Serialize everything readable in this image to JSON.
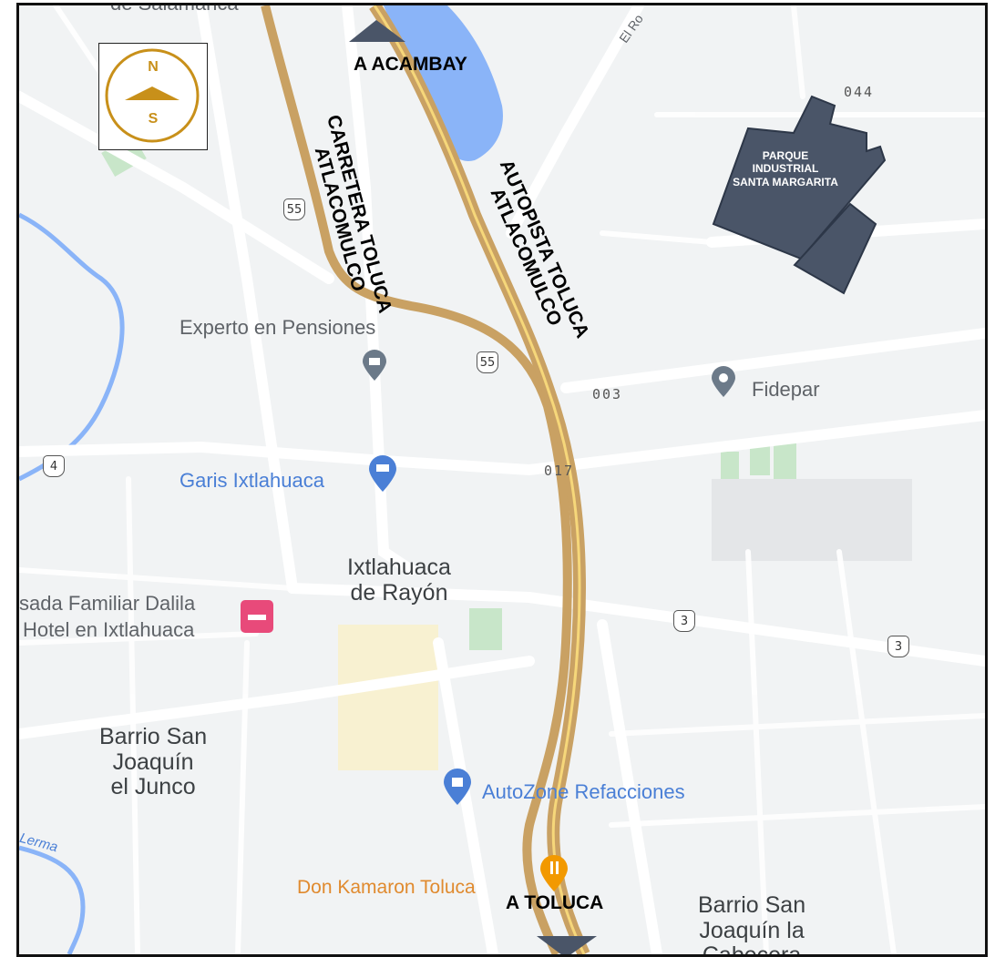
{
  "compass": {
    "north": "N",
    "south": "S"
  },
  "directions": {
    "north": "A ACAMBAY",
    "south": "A TOLUCA"
  },
  "roads": {
    "carretera_line1": "CARRETERA TOLUCA",
    "carretera_line2": "ATLACOMULCO",
    "autopista_line1": "AUTOPISTA TOLUCA",
    "autopista_line2": "ATLACOMULCO",
    "fragment_el_ro": "El Ro"
  },
  "park": {
    "line1": "PARQUE",
    "line2": "INDUSTRIAL",
    "line3": "SANTA MARGARITA"
  },
  "places": {
    "top_fragment": "de Salamanca",
    "experto": "Experto en Pensiones",
    "fidepar": "Fidepar",
    "garis": "Garis Ixtlahuaca",
    "ixtlahuaca_1": "Ixtlahuaca",
    "ixtlahuaca_2": "de Rayón",
    "posada": "sada Familiar Dalila",
    "hotel": "Hotel en Ixtlahuaca",
    "barrio_junco_1": "Barrio San",
    "barrio_junco_2": "Joaquín",
    "barrio_junco_3": "el Junco",
    "autozone": "AutoZone Refacciones",
    "kamaron": "Don Kamaron Toluca",
    "barrio_cabecera_1": "Barrio San",
    "barrio_cabecera_2": "Joaquín la",
    "barrio_cabecera_3": "Cabecera",
    "river_fragment": "Lerma"
  },
  "numbers": {
    "n044": "044",
    "n003": "003",
    "n017": "017"
  },
  "shields": {
    "s4": "4",
    "s55_a": "55",
    "s55_b": "55",
    "s3_a": "3",
    "s3_b": "3"
  },
  "colors": {
    "route": "#c9a163",
    "route_core": "#f6d77a",
    "water": "#8ab4f8",
    "park": "#4a5568",
    "green": "#c8e6c9",
    "compass": "#c8901a",
    "pin_blue": "#4a7fd6",
    "pin_gray": "#6c7a89"
  }
}
